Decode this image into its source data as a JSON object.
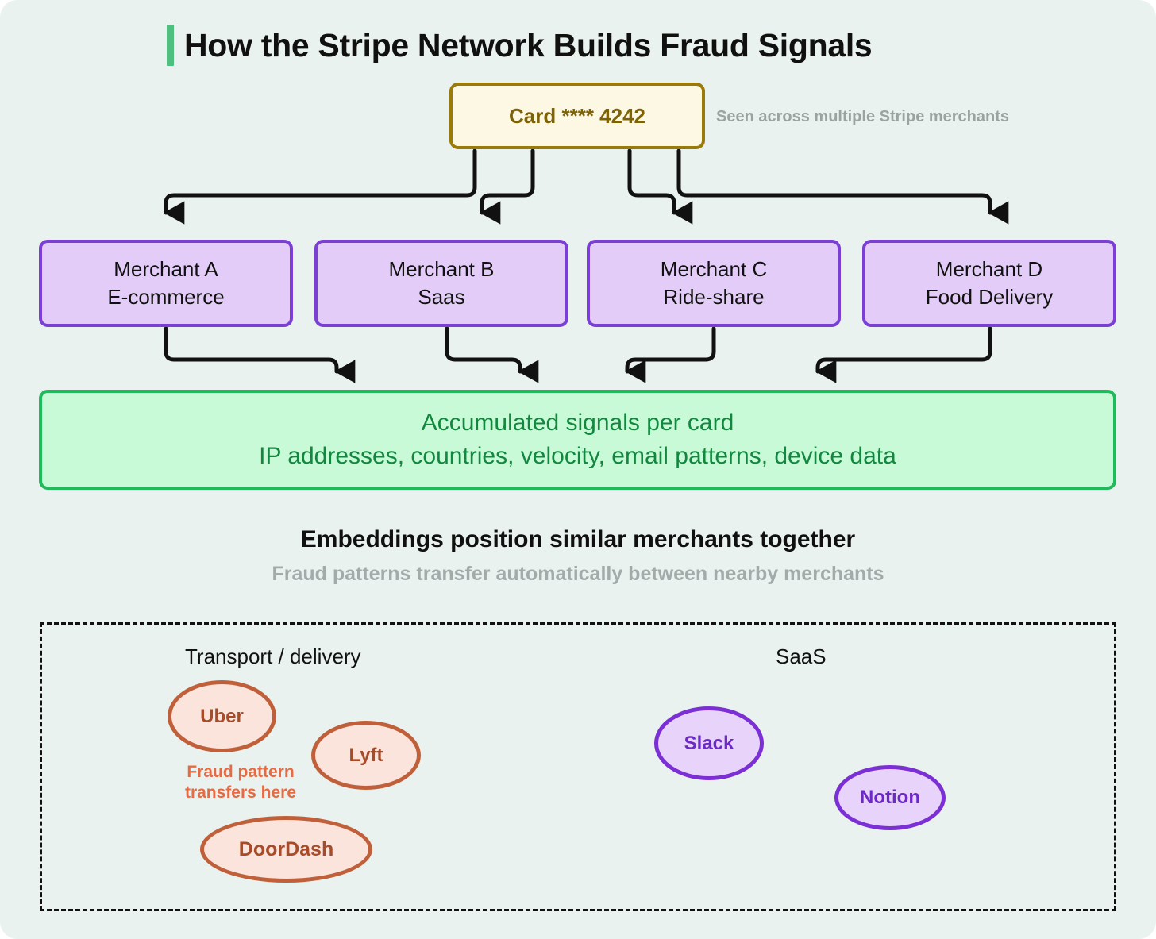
{
  "title": {
    "text": "How the Stripe Network Builds Fraud Signals",
    "accent_color": "#4dbf7e"
  },
  "card": {
    "label": "Card **** 4242",
    "note": "Seen across multiple Stripe merchants",
    "border_color": "#9a7b09",
    "fill_color": "#fdf8e3",
    "text_color": "#7d6206"
  },
  "merchants": [
    {
      "name": "Merchant A",
      "category": "E-commerce"
    },
    {
      "name": "Merchant B",
      "category": "Saas"
    },
    {
      "name": "Merchant C",
      "category": "Ride-share"
    },
    {
      "name": "Merchant D",
      "category": "Food Delivery"
    }
  ],
  "merchant_style": {
    "border_color": "#7b3fd4",
    "fill_color": "#e3cdf8",
    "text_color": "#111111"
  },
  "signals": {
    "line1": "Accumulated signals per card",
    "line2": "IP addresses, countries, velocity, email patterns, device data",
    "border_color": "#22b85c",
    "fill_color": "#c8fad8",
    "text_color": "#12883e"
  },
  "embeddings": {
    "heading": "Embeddings position similar merchants together",
    "subheading": "Fraud patterns transfer automatically between nearby merchants",
    "clusters": [
      {
        "label": "Transport / delivery"
      },
      {
        "label": "SaaS"
      }
    ],
    "nodes": [
      {
        "label": "Uber",
        "cluster": "Transport / delivery"
      },
      {
        "label": "Lyft",
        "cluster": "Transport / delivery"
      },
      {
        "label": "DoorDash",
        "cluster": "Transport / delivery"
      },
      {
        "label": "Slack",
        "cluster": "SaaS"
      },
      {
        "label": "Notion",
        "cluster": "SaaS"
      }
    ],
    "transfer_note_line1": "Fraud pattern",
    "transfer_note_line2": "transfers here",
    "transport_colors": {
      "border": "#c0603a",
      "fill": "#fae4dc",
      "text": "#a84b28",
      "note": "#e86a42"
    },
    "saas_colors": {
      "border": "#7b2fd4",
      "fill": "#e8d4fa",
      "text": "#6d28c9"
    }
  },
  "canvas": {
    "background": "#e9f2ee",
    "connector_color": "#111111"
  }
}
